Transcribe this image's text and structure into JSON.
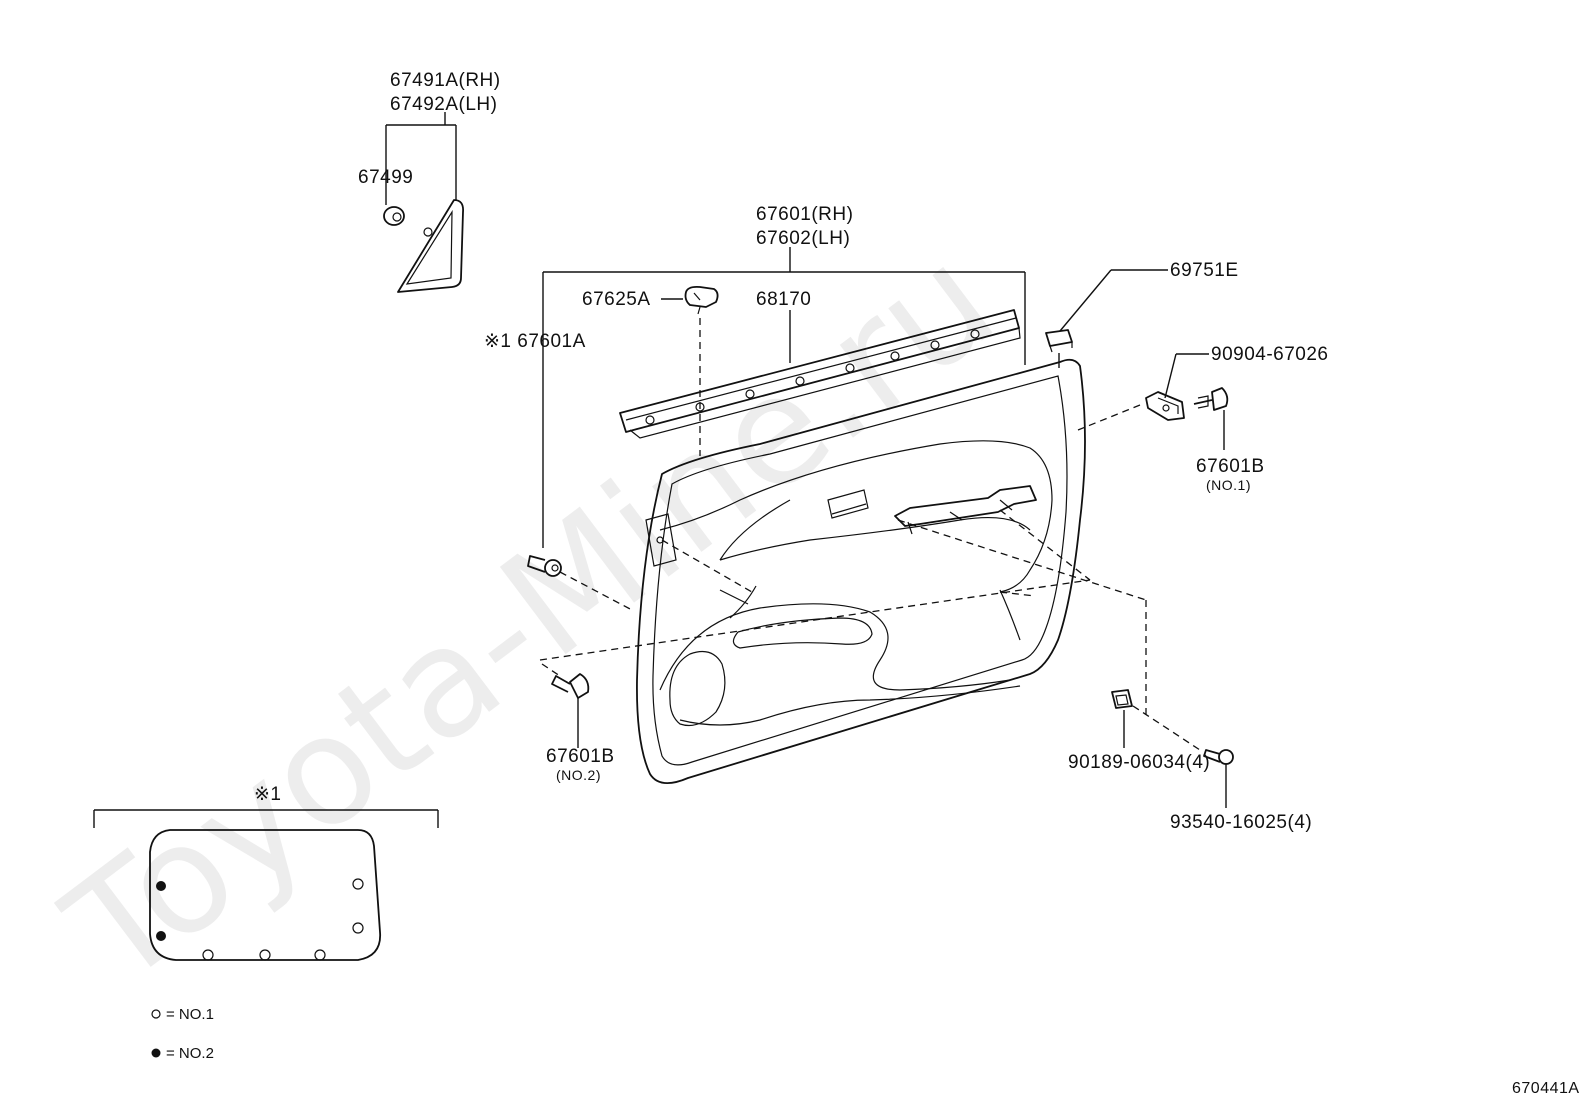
{
  "watermark": "Toyota-Mine.ru",
  "diagram_code": "670441A",
  "labels": {
    "p67491a": "67491A(RH)",
    "p67492a": "67492A(LH)",
    "p67499": "67499",
    "p67601": "67601(RH)",
    "p67602": "67602(LH)",
    "p67625a": "67625A",
    "p68170": "68170",
    "p67601a": "※1 67601A",
    "p69751e": "69751E",
    "p90904": "90904-67026",
    "p67601b_1": "67601B",
    "p67601b_1_note": "(NO.1)",
    "p67601b_2": "67601B",
    "p67601b_2_note": "(NO.2)",
    "p90189": "90189-06034(4)",
    "p93540": "93540-16025(4)"
  },
  "inset": {
    "title": "※1"
  },
  "legend": {
    "no1": "= NO.1",
    "no2": "= NO.2"
  }
}
